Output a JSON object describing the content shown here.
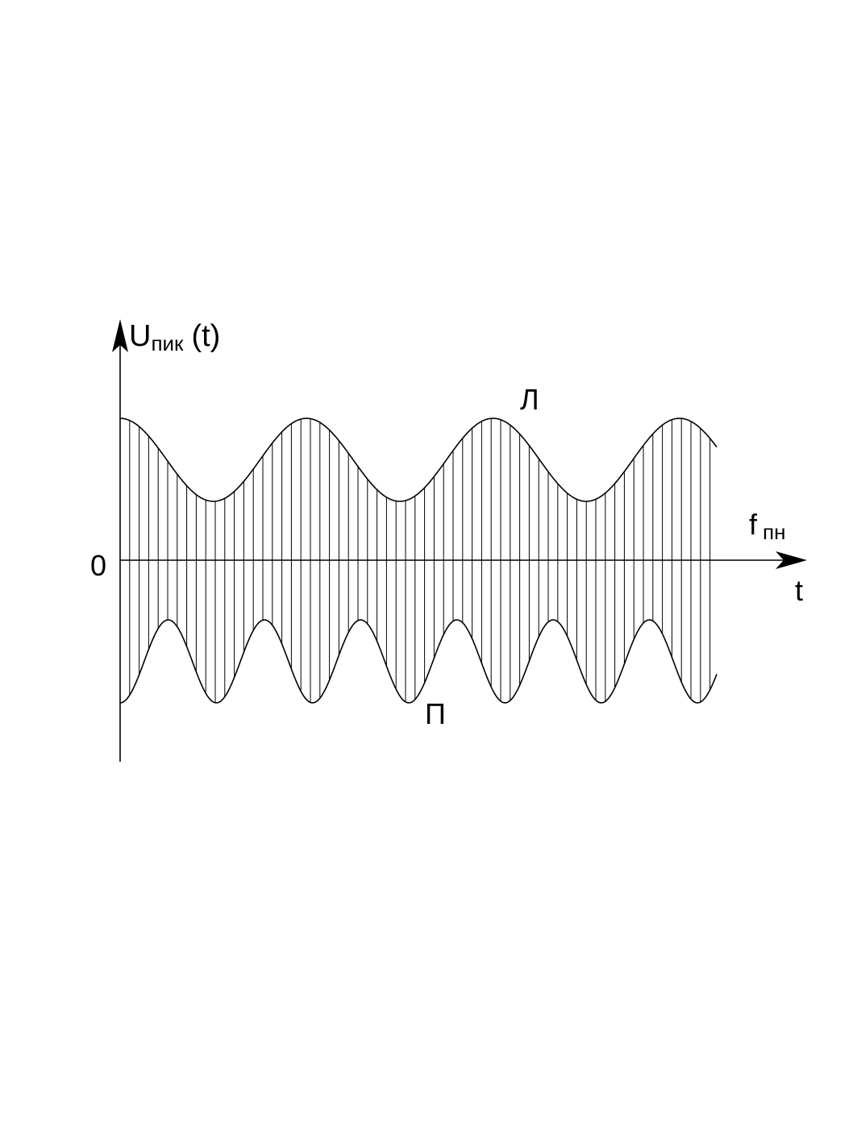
{
  "diagram": {
    "y_axis": {
      "symbol": "U",
      "subscript": "пик",
      "argument": "(t)"
    },
    "x_axis": {
      "label": "t"
    },
    "origin_label": "0",
    "frequency_label": {
      "symbol": "f",
      "subscript": "пн"
    },
    "upper_envelope_label": "Л",
    "lower_envelope_label": "П",
    "upper_envelope": {
      "periods_shown": 3.2
    },
    "lower_envelope": {
      "periods_shown": 6.2
    },
    "colors": {
      "line": "#000000",
      "background": "#ffffff"
    }
  }
}
